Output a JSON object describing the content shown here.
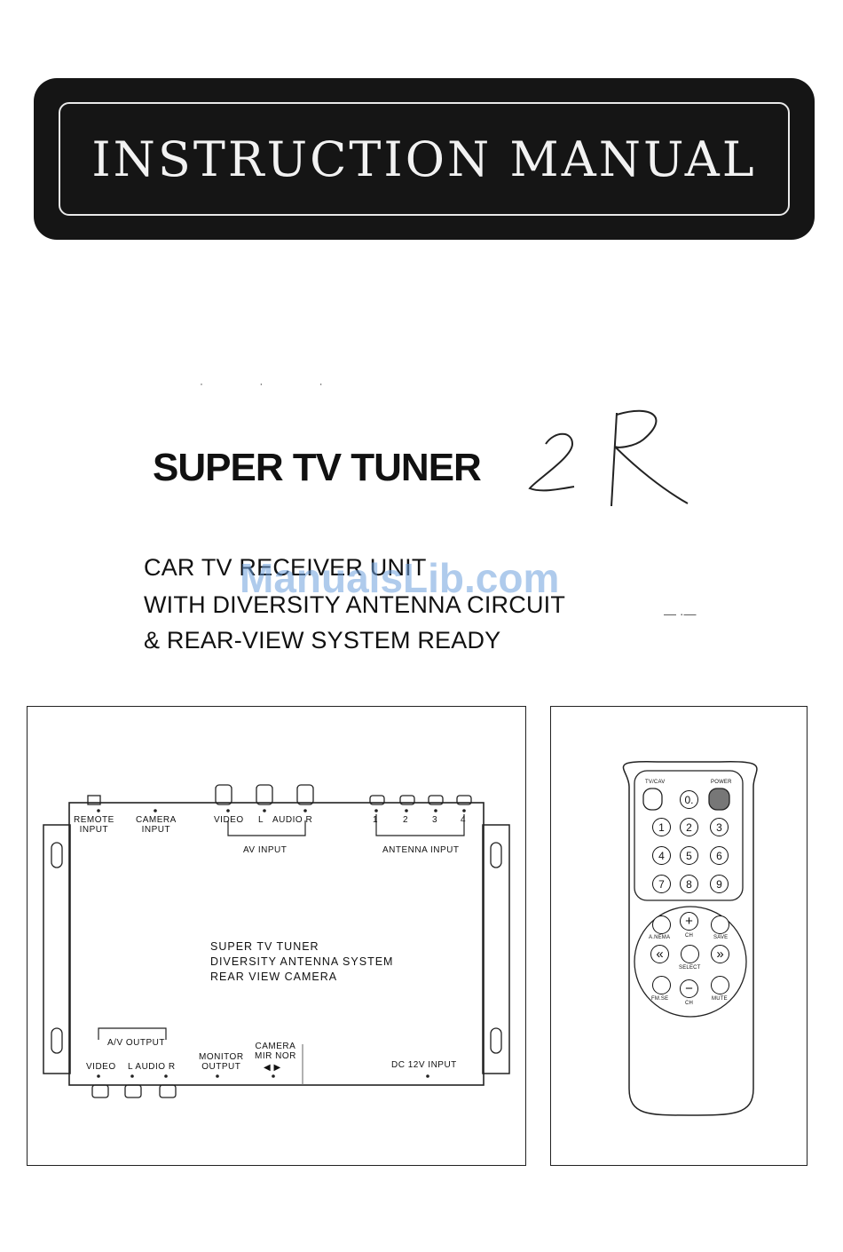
{
  "banner": {
    "title": "INSTRUCTION MANUAL"
  },
  "product": {
    "title": "SUPER TV TUNER",
    "handwritten_note": "2R",
    "subtitle_lines": [
      "CAR TV RECEIVER UNIT",
      "WITH DIVERSITY ANTENNA CIRCUIT",
      "& REAR-VIEW SYSTEM READY"
    ]
  },
  "watermark": "ManualsLib.com",
  "device": {
    "top_labels": {
      "remote_input": "REMOTE\nINPUT",
      "camera_input": "CAMERA\nINPUT",
      "video": "VIDEO",
      "l": "L",
      "audio_r": "AUDIO R",
      "av_input": "AV INPUT",
      "antenna_numbers": [
        "1",
        "2",
        "3",
        "4"
      ],
      "antenna_input": "ANTENNA INPUT"
    },
    "center_lines": [
      "SUPER TV TUNER",
      "DIVERSITY ANTENNA SYSTEM",
      "REAR VIEW CAMERA"
    ],
    "bottom_labels": {
      "av_output": "A/V OUTPUT",
      "video": "VIDEO",
      "l_audio_r": "L  AUDIO R",
      "monitor_output": "MONITOR\nOUTPUT",
      "camera_mirror": "CAMERA\nMIR NOR",
      "mirror_arrows": "◀ ▶",
      "dc_input": "DC 12V INPUT"
    }
  },
  "remote": {
    "top_keys": {
      "tv_av": "TV/CAV",
      "power": "POWER",
      "zero": "0."
    },
    "digits": [
      "1",
      "2",
      "3",
      "4",
      "5",
      "6",
      "7",
      "8",
      "9"
    ],
    "controls": {
      "plus": "+",
      "minus": "−",
      "left": "«",
      "right": "»",
      "antenna": "A.NEMA",
      "ch_up": "CH",
      "save": "SAVE",
      "select": "SELECT",
      "fm": "FM.SE",
      "ch_down": "CH",
      "mute": "MUTE"
    }
  },
  "colors": {
    "banner_bg": "#151515",
    "watermark": "#6ea0dc"
  }
}
